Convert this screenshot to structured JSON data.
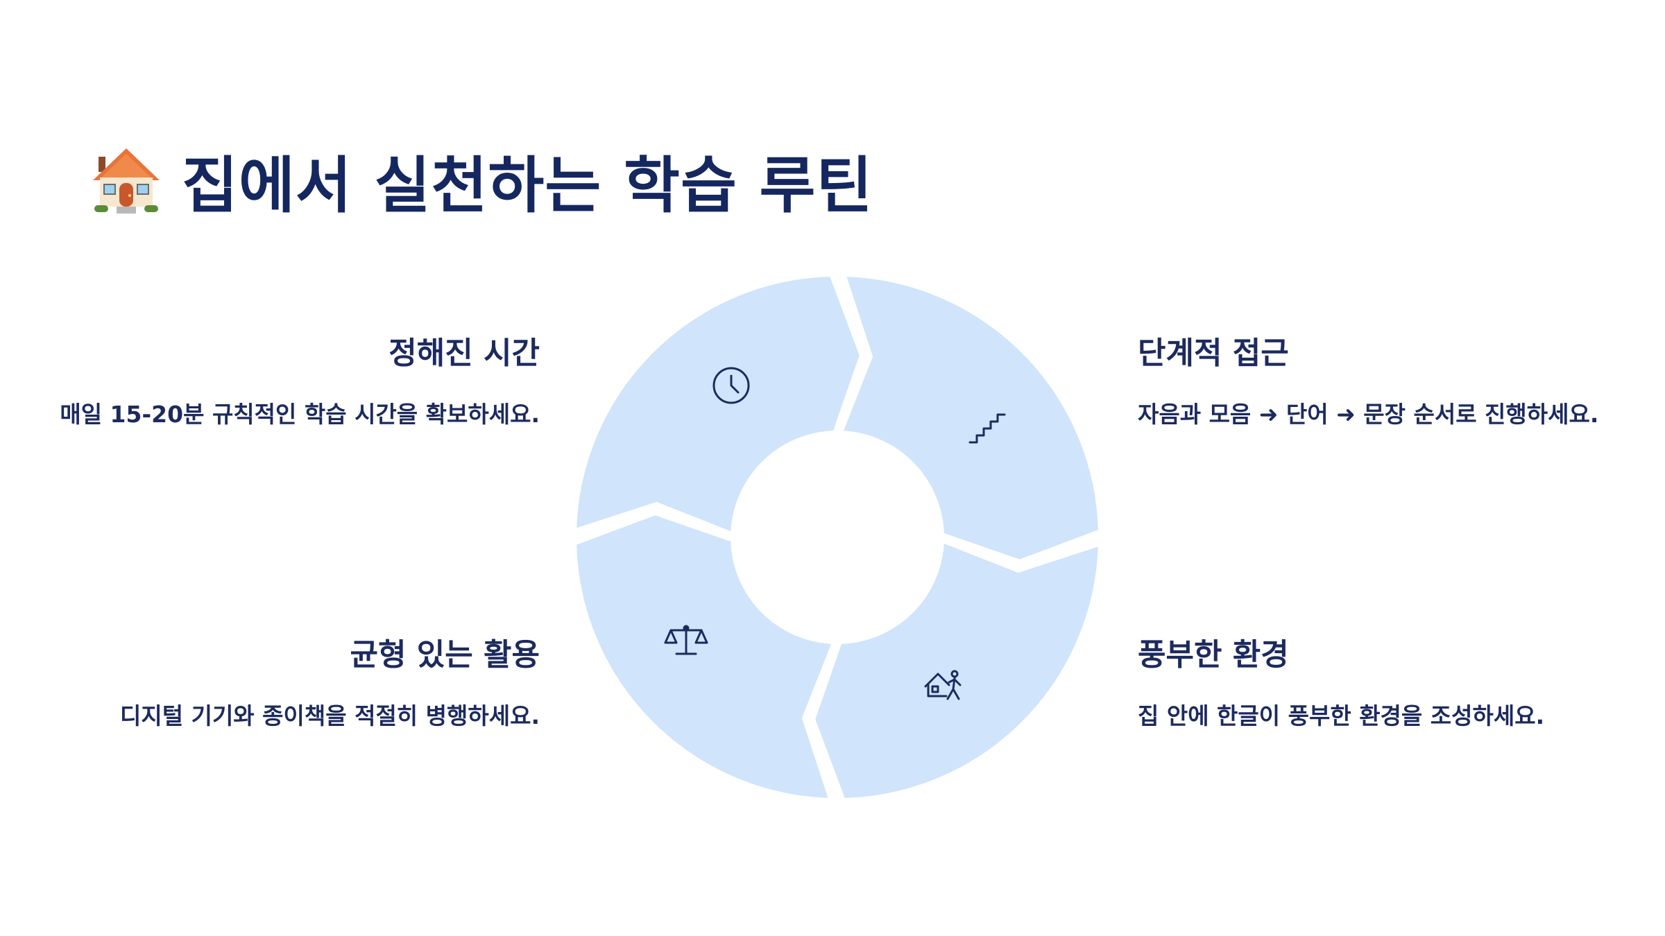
{
  "title": {
    "icon": "house-icon",
    "text": "집에서 실천하는 학습 루틴"
  },
  "colors": {
    "title": "#15275f",
    "text": "#1c2a5e",
    "segment_fill": "#d0e4fb",
    "icon_stroke": "#1c2a5e"
  },
  "items": [
    {
      "heading": "정해진 시간",
      "description": "매일 15-20분 규칙적인 학습 시간을 확보하세요.",
      "icon": "clock-icon"
    },
    {
      "heading": "단계적 접근",
      "description": "자음과 모음 ➜ 단어 ➜ 문장 순서로 진행하세요.",
      "icon": "stairs-icon"
    },
    {
      "heading": "풍부한 환경",
      "description": "집 안에 한글이 풍부한 환경을 조성하세요.",
      "icon": "home-person-icon"
    },
    {
      "heading": "균형 있는 활용",
      "description": "디지털 기기와 종이책을 적절히 병행하세요.",
      "icon": "balance-scale-icon"
    }
  ]
}
